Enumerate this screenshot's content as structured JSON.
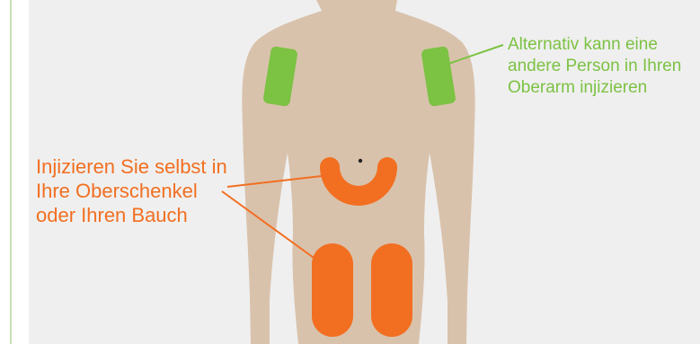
{
  "colors": {
    "background": "#efefef",
    "side_rule": "#c6dfb3",
    "skin": "#d9c2ac",
    "arm_zone": "#7cc243",
    "self_zone": "#f26f21",
    "navel": "#222222"
  },
  "captions": {
    "other_person": {
      "lines": [
        "Alternativ kann eine",
        "andere Person in Ihren",
        "Oberarm injizieren"
      ]
    },
    "self": {
      "lines": [
        "Injizieren Sie selbst in",
        "Ihre Oberschenkel",
        "oder Ihren Bauch"
      ]
    }
  }
}
